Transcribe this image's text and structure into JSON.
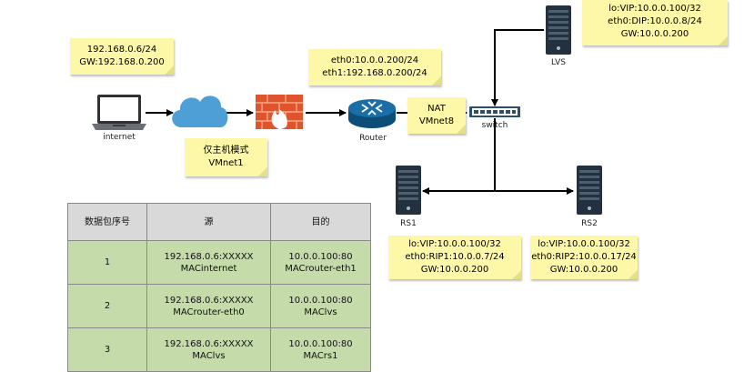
{
  "notes": {
    "internet": [
      "192.168.0.6/24",
      "GW:192.168.0.200"
    ],
    "router": [
      "eth0:10.0.0.200/24",
      "eth1:192.168.0.200/24"
    ],
    "hostonly": [
      "仅主机模式",
      "VMnet1"
    ],
    "nat": [
      "NAT",
      "VMnet8"
    ],
    "lvs": [
      "lo:VIP:10.0.0.100/32",
      "eth0:DIP:10.0.0.8/24",
      "GW:10.0.0.200"
    ],
    "rs1": [
      "lo:VIP:10.0.0.100/32",
      "eth0:RIP1:10.0.0.7/24",
      "GW:10.0.0.200"
    ],
    "rs2": [
      "lo:VIP:10.0.0.100/32",
      "eth0:RIP2:10.0.0.17/24",
      "GW:10.0.0.200"
    ]
  },
  "nodes": {
    "internet": "internet",
    "router": "Router",
    "switch": "switch",
    "lvs": "LVS",
    "rs1": "RS1",
    "rs2": "RS2"
  },
  "table": {
    "headers": [
      "数据包序号",
      "源",
      "目的"
    ],
    "rows": [
      [
        "1",
        [
          "192.168.0.6:XXXXX",
          "MACinternet"
        ],
        [
          "10.0.0.100:80",
          "MACrouter-eth1"
        ]
      ],
      [
        "2",
        [
          "192.168.0.6:XXXXX",
          "MACrouter-eth0"
        ],
        [
          "10.0.0.100:80",
          "MAClvs"
        ]
      ],
      [
        "3",
        [
          "192.168.0.6:XXXXX",
          "MAClvs"
        ],
        [
          "10.0.0.100:80",
          "MACrs1"
        ]
      ]
    ]
  }
}
